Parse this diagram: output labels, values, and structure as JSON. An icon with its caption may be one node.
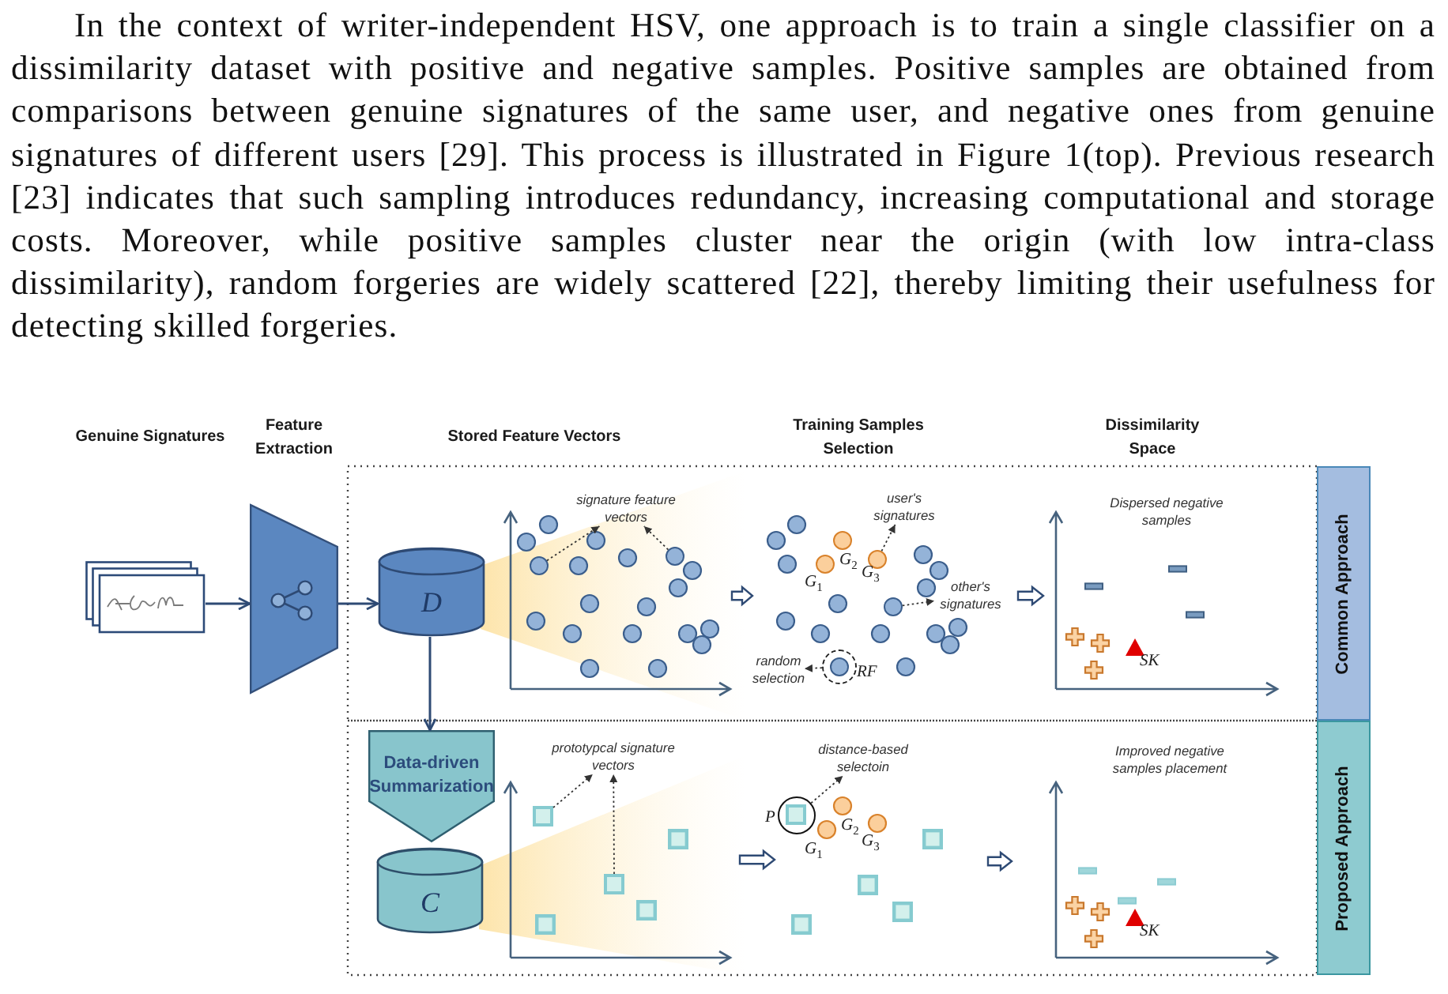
{
  "diagram": {
    "nodes": [
      {
        "text": [],
        "shape": "picture"
      },
      {
        "text": [],
        "shape": "trapezoid"
      },
      {
        "text": [
          "D"
        ]
      },
      {
        "text": [],
        "shape": "chart"
      },
      {
        "text": [
          "signature feature vectors"
        ]
      },
      {
        "text": [],
        "shape": "circle",
        "in": 3
      },
      {
        "text": [],
        "shape": "circle",
        "in": 3
      },
      {
        "text": [],
        "shape": "picture"
      },
      {
        "text": [
          "user's signatures"
        ]
      },
      {
        "text": [],
        "shape": "circle",
        "in": 7,
        "beside": [
          "*G*$_{1}$"
        ]
      },
      {
        "text": [],
        "shape": "circle",
        "in": 7,
        "beside": [
          "*G*$_{2}$"
        ]
      },
      {
        "text": [],
        "shape": "circle",
        "in": 7,
        "beside": [
          "*G*$_{3}$"
        ]
      },
      {
        "text": [
          "other's signatures"
        ]
      },
      {
        "text": [],
        "shape": "circle",
        "in": 7
      },
      {
        "text": [
          "random selection"
        ]
      },
      {
        "text": [],
        "shape": "circle",
        "beside": [
          "RF"
        ]
      },
      {
        "text": [
          "Dispersed negative samples"
        ]
      },
      {
        "text": [
          "Common Approach"
        ]
      },
      {
        "text": [
          "Data-driven Summarization"
        ]
      },
      {
        "text": [
          "C"
        ]
      },
      {
        "text": [],
        "shape": "chart"
      },
      {
        "text": [
          "prototypcal signature vectors"
        ]
      },
      {
        "text": [],
        "shape": "box",
        "in": 20
      },
      {
        "text": [],
        "shape": "box",
        "in": 20
      },
      {
        "text": [],
        "shape": "picture"
      },
      {
        "text": [
          "distance-based selectoin"
        ]
      },
      {
        "text": [],
        "shape": "circle",
        "beside": [
          "P"
        ]
      },
      {
        "text": [
          "Improved negative samples placement"
        ]
      },
      {
        "text": [
          "Proposed Approach"
        ]
      }
    ],
    "edges": [
      {
        "from": 0,
        "to": 1,
        "arrow": "to",
        "color": "#2e4a74"
      },
      {
        "from": 1,
        "to": 2,
        "arrow": "to",
        "color": "#2e4a74"
      },
      {
        "from": 5,
        "to": 4,
        "arrow": "to",
        "style": "dashed"
      },
      {
        "from": 6,
        "to": 4,
        "arrow": "to",
        "style": "dashed"
      },
      {
        "from": 3,
        "to": 7,
        "arrow": "to",
        "style": "thick",
        "color": "#2e4a74"
      },
      {
        "from": 11,
        "to": 8,
        "arrow": "to",
        "style": "dashed"
      },
      {
        "from": 13,
        "to": 12,
        "arrow": "to",
        "style": "dashed"
      },
      {
        "from": 15,
        "to": 14,
        "arrow": "to",
        "style": "dashed"
      },
      {
        "from": 7,
        "to": 16,
        "arrow": "to",
        "style": "thick",
        "color": "#2e4a74"
      },
      {
        "from": 2,
        "to": 18,
        "arrow": "to",
        "color": "#2e4a74"
      },
      {
        "from": 22,
        "to": 21,
        "arrow": "to",
        "style": "dashed"
      },
      {
        "from": 23,
        "to": 21,
        "arrow": "to",
        "style": "dashed"
      },
      {
        "from": 20,
        "to": 24,
        "arrow": "to",
        "style": "thick",
        "color": "#2e4a74"
      },
      {
        "from": 26,
        "to": 25,
        "arrow": "to",
        "style": "dashed"
      },
      {
        "from": 24,
        "to": 27,
        "arrow": "to",
        "style": "thick",
        "color": "#2e4a74"
      }
    ],
    "labels": [
      "In the context of writer-independent HSV, one approach is to train a single classifier on a dissimilarity dataset with positive and negative samples. Positive samples are obtained from comparisons between genuine signatures of the same user, and negative ones from genuine signatures of different users [29]. This process is illustrated in Figure 1(top). Previous research [23] indicates that such sampling introduces redundancy, increasing computational and storage costs. Moreover, while positive samples cluster near the origin (with low intra-class dissimilarity), random forgeries are widely scattered [22], thereby limiting their usefulness for detecting skilled forgeries.",
      "Genuine Signatures",
      "Feature Extraction",
      "Stored Feature Vectors",
      "Training Samples Selection",
      "Dissimilarity Space",
      "SK",
      "*G*$_{2}$",
      "*G*$_{3}$",
      "*G*$_{1}$",
      "SK"
    ]
  }
}
